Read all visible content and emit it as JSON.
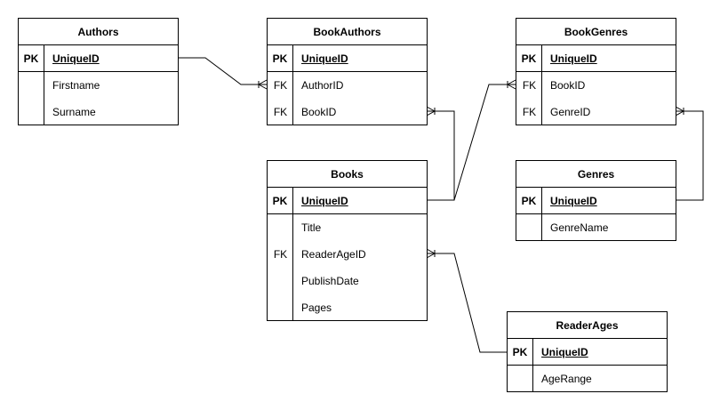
{
  "entities": {
    "authors": {
      "title": "Authors",
      "pk": {
        "key": "PK",
        "name": "UniqueID"
      },
      "attrs": [
        {
          "key": "",
          "name": "Firstname"
        },
        {
          "key": "",
          "name": "Surname"
        }
      ]
    },
    "bookauthors": {
      "title": "BookAuthors",
      "pk": {
        "key": "PK",
        "name": "UniqueID"
      },
      "attrs": [
        {
          "key": "FK",
          "name": "AuthorID"
        },
        {
          "key": "FK",
          "name": "BookID"
        }
      ]
    },
    "bookgenres": {
      "title": "BookGenres",
      "pk": {
        "key": "PK",
        "name": "UniqueID"
      },
      "attrs": [
        {
          "key": "FK",
          "name": "BookID"
        },
        {
          "key": "FK",
          "name": "GenreID"
        }
      ]
    },
    "books": {
      "title": "Books",
      "pk": {
        "key": "PK",
        "name": "UniqueID"
      },
      "attrs": [
        {
          "key": "",
          "name": "Title"
        },
        {
          "key": "FK",
          "name": "ReaderAgeID"
        },
        {
          "key": "",
          "name": "PublishDate"
        },
        {
          "key": "",
          "name": "Pages"
        }
      ]
    },
    "genres": {
      "title": "Genres",
      "pk": {
        "key": "PK",
        "name": "UniqueID"
      },
      "attrs": [
        {
          "key": "",
          "name": "GenreName"
        }
      ]
    },
    "readerages": {
      "title": "ReaderAges",
      "pk": {
        "key": "PK",
        "name": "UniqueID"
      },
      "attrs": [
        {
          "key": "",
          "name": "AgeRange"
        }
      ]
    }
  },
  "relationships": [
    {
      "from": "Authors.UniqueID",
      "to": "BookAuthors.AuthorID",
      "cardinality": "one-to-many"
    },
    {
      "from": "Books.UniqueID",
      "to": "BookAuthors.BookID",
      "cardinality": "one-to-many"
    },
    {
      "from": "Books.UniqueID",
      "to": "BookGenres.BookID",
      "cardinality": "one-to-many"
    },
    {
      "from": "Genres.UniqueID",
      "to": "BookGenres.GenreID",
      "cardinality": "one-to-many"
    },
    {
      "from": "ReaderAges.UniqueID",
      "to": "Books.ReaderAgeID",
      "cardinality": "one-to-many"
    }
  ],
  "colors": {
    "line": "#000000",
    "background": "#ffffff"
  }
}
